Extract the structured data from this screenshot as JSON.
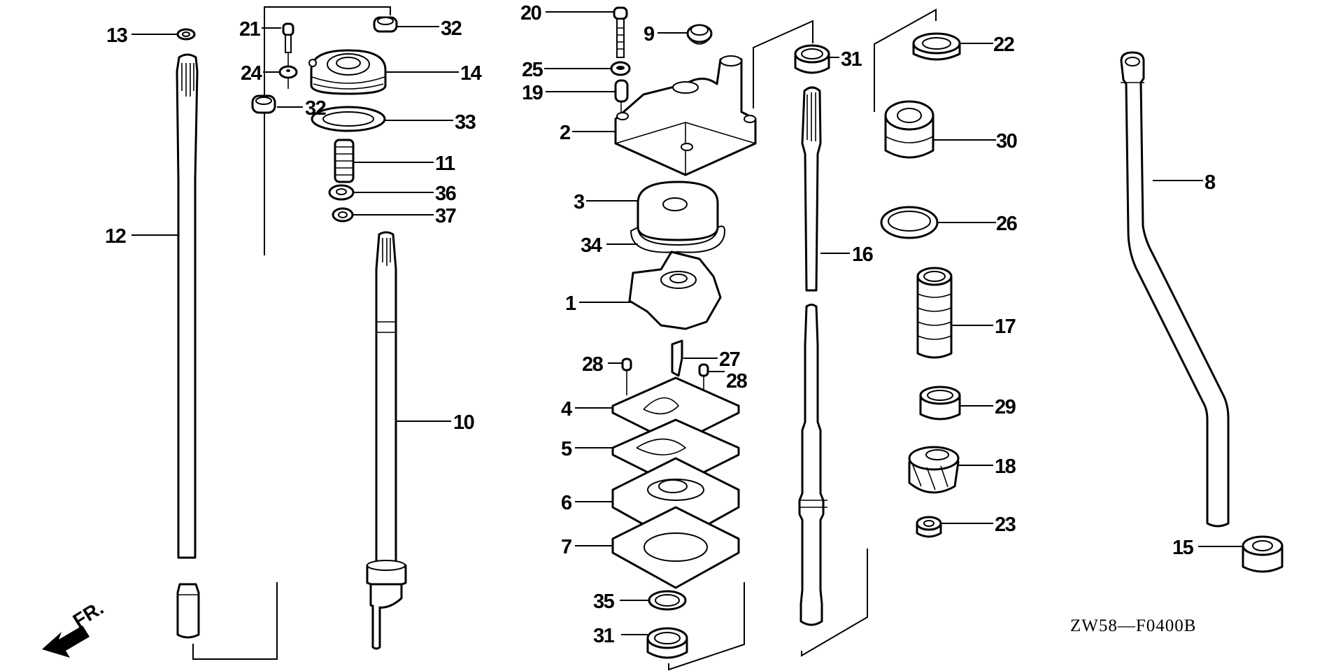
{
  "diagram": {
    "title": "Water pump / vertical shaft / shift rod exploded view",
    "diagram_code": "ZW58—F0400B",
    "front_indicator": "FR.",
    "colors": {
      "ink": "#000000",
      "paper": "#ffffff"
    },
    "callouts": [
      {
        "id": "c13",
        "label": "13",
        "part": "clip"
      },
      {
        "id": "c12",
        "label": "12",
        "part": "shift rod"
      },
      {
        "id": "c21",
        "label": "21",
        "part": "bolt"
      },
      {
        "id": "c24",
        "label": "24",
        "part": "washer"
      },
      {
        "id": "c32a",
        "label": "32",
        "part": "oil seal (upper)"
      },
      {
        "id": "c32b",
        "label": "32",
        "part": "oil seal (left)"
      },
      {
        "id": "c14",
        "label": "14",
        "part": "shift rod holder"
      },
      {
        "id": "c33",
        "label": "33",
        "part": "gasket"
      },
      {
        "id": "c11",
        "label": "11",
        "part": "spring"
      },
      {
        "id": "c36",
        "label": "36",
        "part": "washer"
      },
      {
        "id": "c37",
        "label": "37",
        "part": "circlip"
      },
      {
        "id": "c10",
        "label": "10",
        "part": "shift rod assembly"
      },
      {
        "id": "c20",
        "label": "20",
        "part": "bolt"
      },
      {
        "id": "c9",
        "label": "9",
        "part": "grommet"
      },
      {
        "id": "c25",
        "label": "25",
        "part": "washer"
      },
      {
        "id": "c19",
        "label": "19",
        "part": "collar"
      },
      {
        "id": "c2",
        "label": "2",
        "part": "pump case"
      },
      {
        "id": "c3",
        "label": "3",
        "part": "pump liner"
      },
      {
        "id": "c34",
        "label": "34",
        "part": "O-ring"
      },
      {
        "id": "c1",
        "label": "1",
        "part": "impeller"
      },
      {
        "id": "c27",
        "label": "27",
        "part": "key"
      },
      {
        "id": "c28a",
        "label": "28",
        "part": "dowel pin"
      },
      {
        "id": "c28b",
        "label": "28",
        "part": "dowel pin"
      },
      {
        "id": "c4",
        "label": "4",
        "part": "plate"
      },
      {
        "id": "c5",
        "label": "5",
        "part": "gasket"
      },
      {
        "id": "c6",
        "label": "6",
        "part": "pump housing"
      },
      {
        "id": "c7",
        "label": "7",
        "part": "gasket"
      },
      {
        "id": "c35",
        "label": "35",
        "part": "O-ring"
      },
      {
        "id": "c31a",
        "label": "31",
        "part": "oil seal (top)"
      },
      {
        "id": "c31b",
        "label": "31",
        "part": "oil seal (bottom)"
      },
      {
        "id": "c16",
        "label": "16",
        "part": "vertical shaft"
      },
      {
        "id": "c22",
        "label": "22",
        "part": "oil seal"
      },
      {
        "id": "c30",
        "label": "30",
        "part": "bearing"
      },
      {
        "id": "c26",
        "label": "26",
        "part": "washer"
      },
      {
        "id": "c17",
        "label": "17",
        "part": "spring"
      },
      {
        "id": "c29",
        "label": "29",
        "part": "needle bearing"
      },
      {
        "id": "c18",
        "label": "18",
        "part": "pinion gear"
      },
      {
        "id": "c23",
        "label": "23",
        "part": "nut"
      },
      {
        "id": "c8",
        "label": "8",
        "part": "water tube"
      },
      {
        "id": "c15",
        "label": "15",
        "part": "grommet"
      }
    ]
  }
}
